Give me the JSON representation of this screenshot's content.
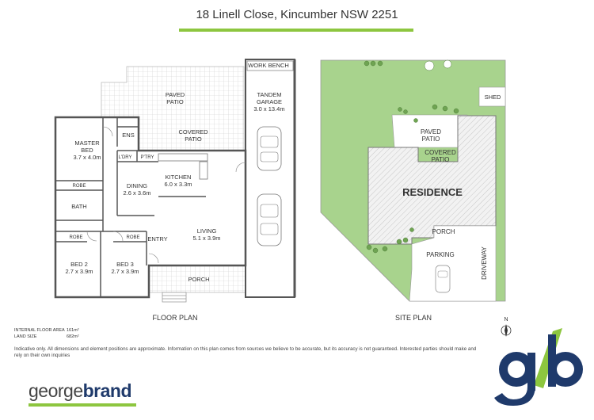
{
  "header": {
    "title": "18 Linell Close, Kincumber NSW 2251"
  },
  "floor_plan": {
    "caption": "FLOOR PLAN",
    "rooms": {
      "work_bench": "WORK BENCH",
      "tandem_garage": "TANDEM",
      "garage": "GARAGE",
      "garage_size": "3.0 x 13.4m",
      "paved": "PAVED",
      "paved_patio": "PATIO",
      "covered": "COVERED",
      "covered_patio": "PATIO",
      "master": "MASTER",
      "master_bed": "BED",
      "master_size": "3.7 x 4.0m",
      "ens": "ENS",
      "ldry": "L'DRY",
      "ptry": "P'TRY",
      "kitchen": "KITCHEN",
      "kitchen_size": "6.0 x 3.3m",
      "dining": "DINING",
      "dining_size": "2.6 x 3.6m",
      "robe_master": "ROBE",
      "bath": "BATH",
      "robe_bed2": "ROBE",
      "robe_bed3": "ROBE",
      "entry": "ENTRY",
      "living": "LIVING",
      "living_size": "5.1 x 3.9m",
      "bed2": "BED 2",
      "bed2_size": "2.7 x 3.9m",
      "bed3": "BED 3",
      "bed3_size": "2.7 x 3.9m",
      "porch": "PORCH"
    }
  },
  "site_plan": {
    "caption": "SITE PLAN",
    "labels": {
      "shed": "SHED",
      "paved": "PAVED",
      "paved_patio": "PATIO",
      "covered": "COVERED",
      "covered_patio": "PATIO",
      "residence": "RESIDENCE",
      "porch": "PORCH",
      "parking": "PARKING",
      "driveway": "DRIVEWAY"
    }
  },
  "stats": {
    "internal_label": "INTERNAL FLOOR AREA",
    "internal_value": "161m²",
    "land_label": "LAND SIZE",
    "land_value": "682m²"
  },
  "disclaimer": "Indicative only. All dimensions and element positions are approximate. Information on this plan comes from sources we believe to be accurate, but its accuracy is not guaranteed. Interested parties should make and rely on their own inquiries",
  "brand": {
    "part1": "george",
    "part2": "brand",
    "mark": "gb",
    "accent": "#8dc63f",
    "navy": "#1f3a6b"
  },
  "compass": {
    "label": "N"
  }
}
